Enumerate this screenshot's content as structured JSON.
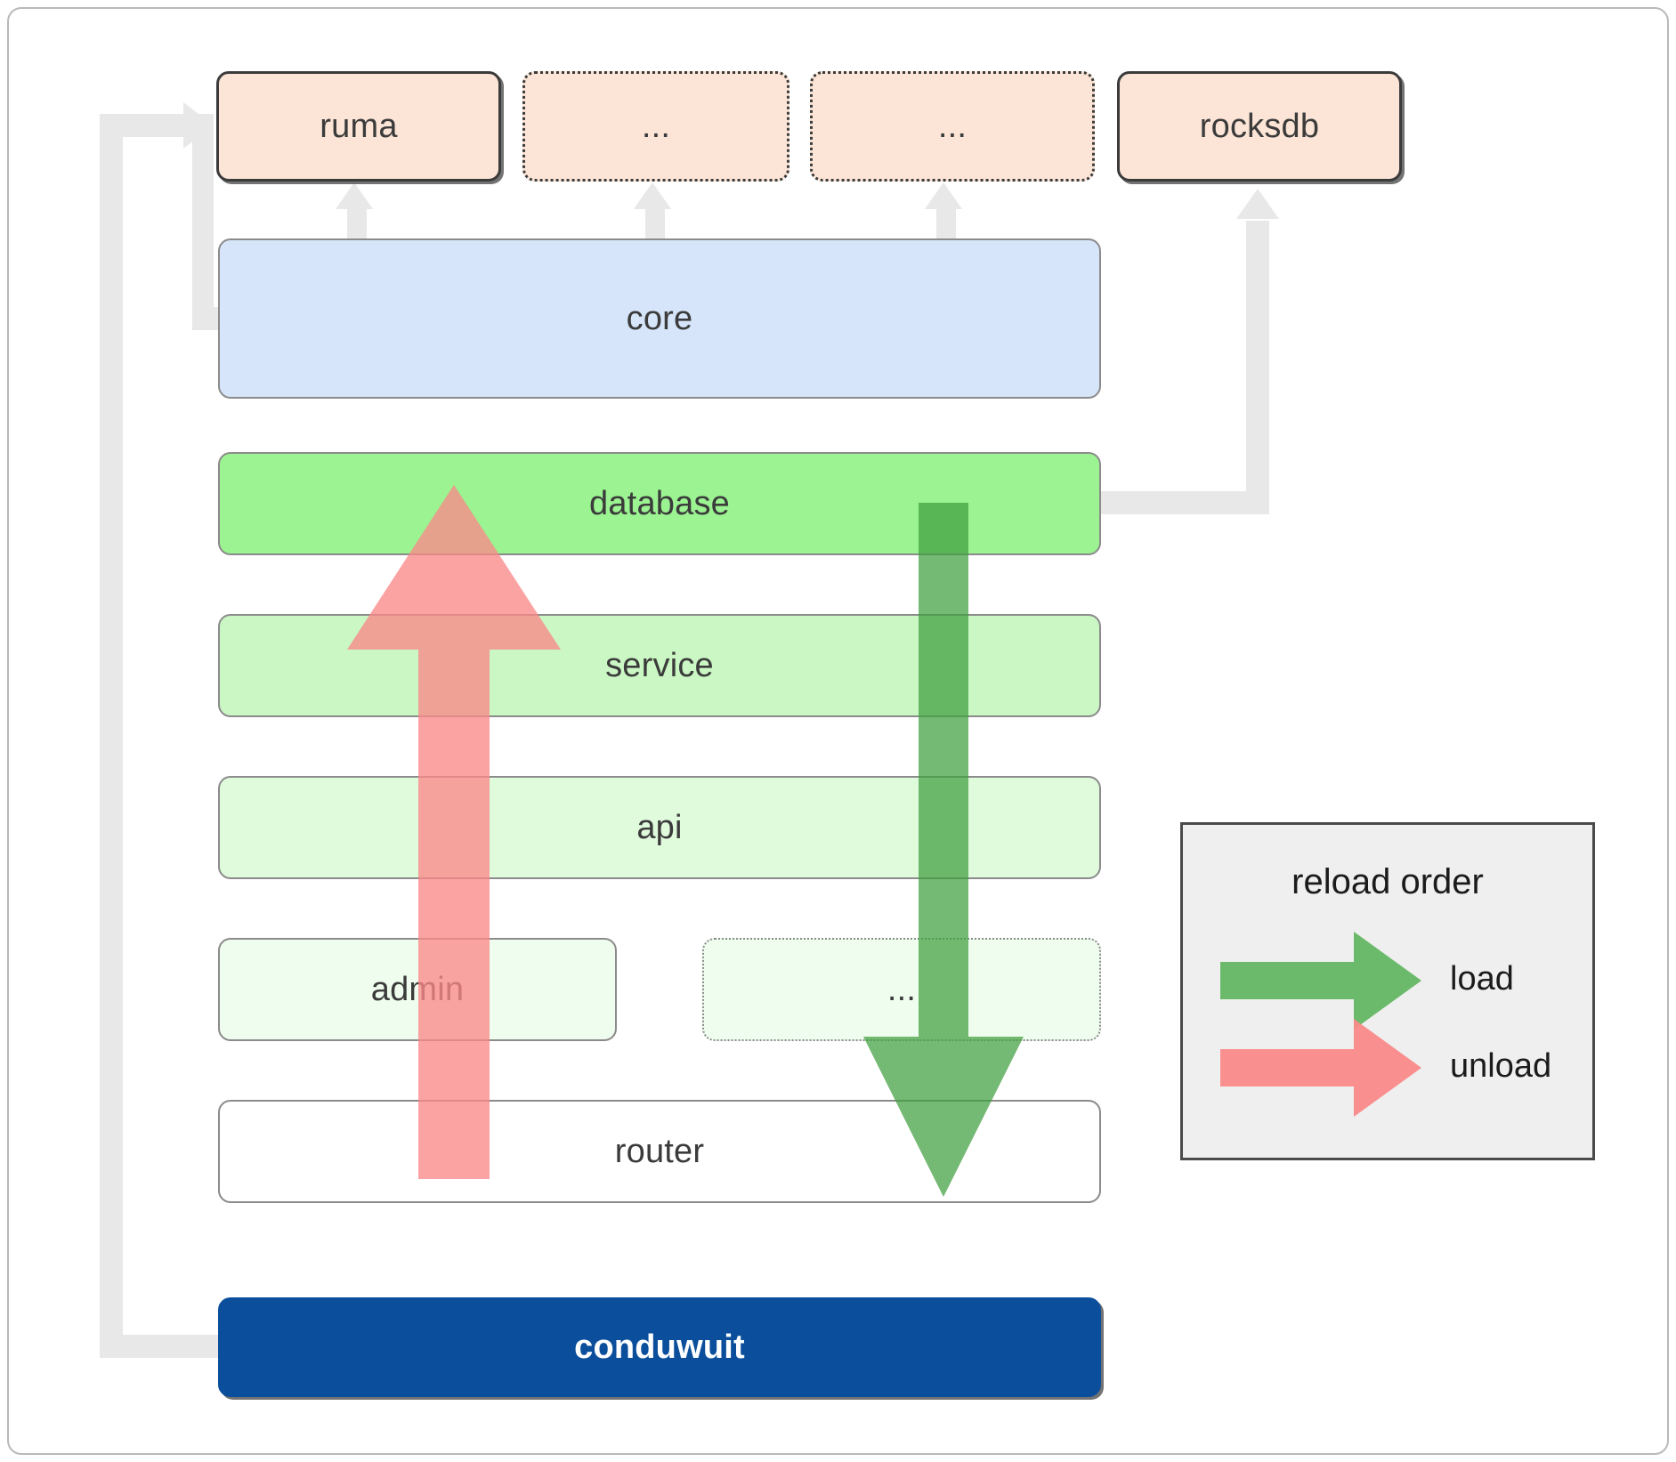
{
  "diagram": {
    "title": "conduwuit crate architecture / reload order",
    "top_row": [
      {
        "id": "ruma",
        "label": "ruma",
        "style": "solid-dark",
        "fill": "#fce5d6"
      },
      {
        "id": "dots1",
        "label": "...",
        "style": "dotted-dark",
        "fill": "#fce5d6"
      },
      {
        "id": "dots2",
        "label": "...",
        "style": "dotted-dark",
        "fill": "#fce5d6"
      },
      {
        "id": "rocksdb",
        "label": "rocksdb",
        "style": "solid-dark",
        "fill": "#fce5d6"
      }
    ],
    "stack": [
      {
        "id": "core",
        "label": "core",
        "style": "solid-gray",
        "fill": "#d6e5fa"
      },
      {
        "id": "database",
        "label": "database",
        "style": "solid-gray",
        "fill": "#9bf391"
      },
      {
        "id": "service",
        "label": "service",
        "style": "solid-gray",
        "fill": "#caf7c3"
      },
      {
        "id": "api",
        "label": "api",
        "style": "solid-gray",
        "fill": "#e0fadc"
      },
      {
        "id": "admin",
        "label": "admin",
        "style": "solid-gray",
        "fill": "#effdee"
      },
      {
        "id": "dots3",
        "label": "...",
        "style": "dotted-gray",
        "fill": "#effdee"
      },
      {
        "id": "router",
        "label": "router",
        "style": "solid-gray",
        "fill": "#ffffff"
      }
    ],
    "binary": {
      "id": "conduwuit",
      "label": "conduwuit",
      "fill": "#0b4f9c",
      "text_color": "#ffffff"
    },
    "legend": {
      "title": "reload order",
      "entries": [
        {
          "id": "load",
          "label": "load",
          "color": "#5cb45c"
        },
        {
          "id": "unload",
          "label": "unload",
          "color": "#fa8989"
        }
      ]
    },
    "colors": {
      "connector": "#e8e8e8",
      "load_arrow": "#5cb45c",
      "unload_arrow": "#fa8989",
      "frame_border": "#b9b9b9",
      "node_text": "#3b3b3b"
    }
  }
}
